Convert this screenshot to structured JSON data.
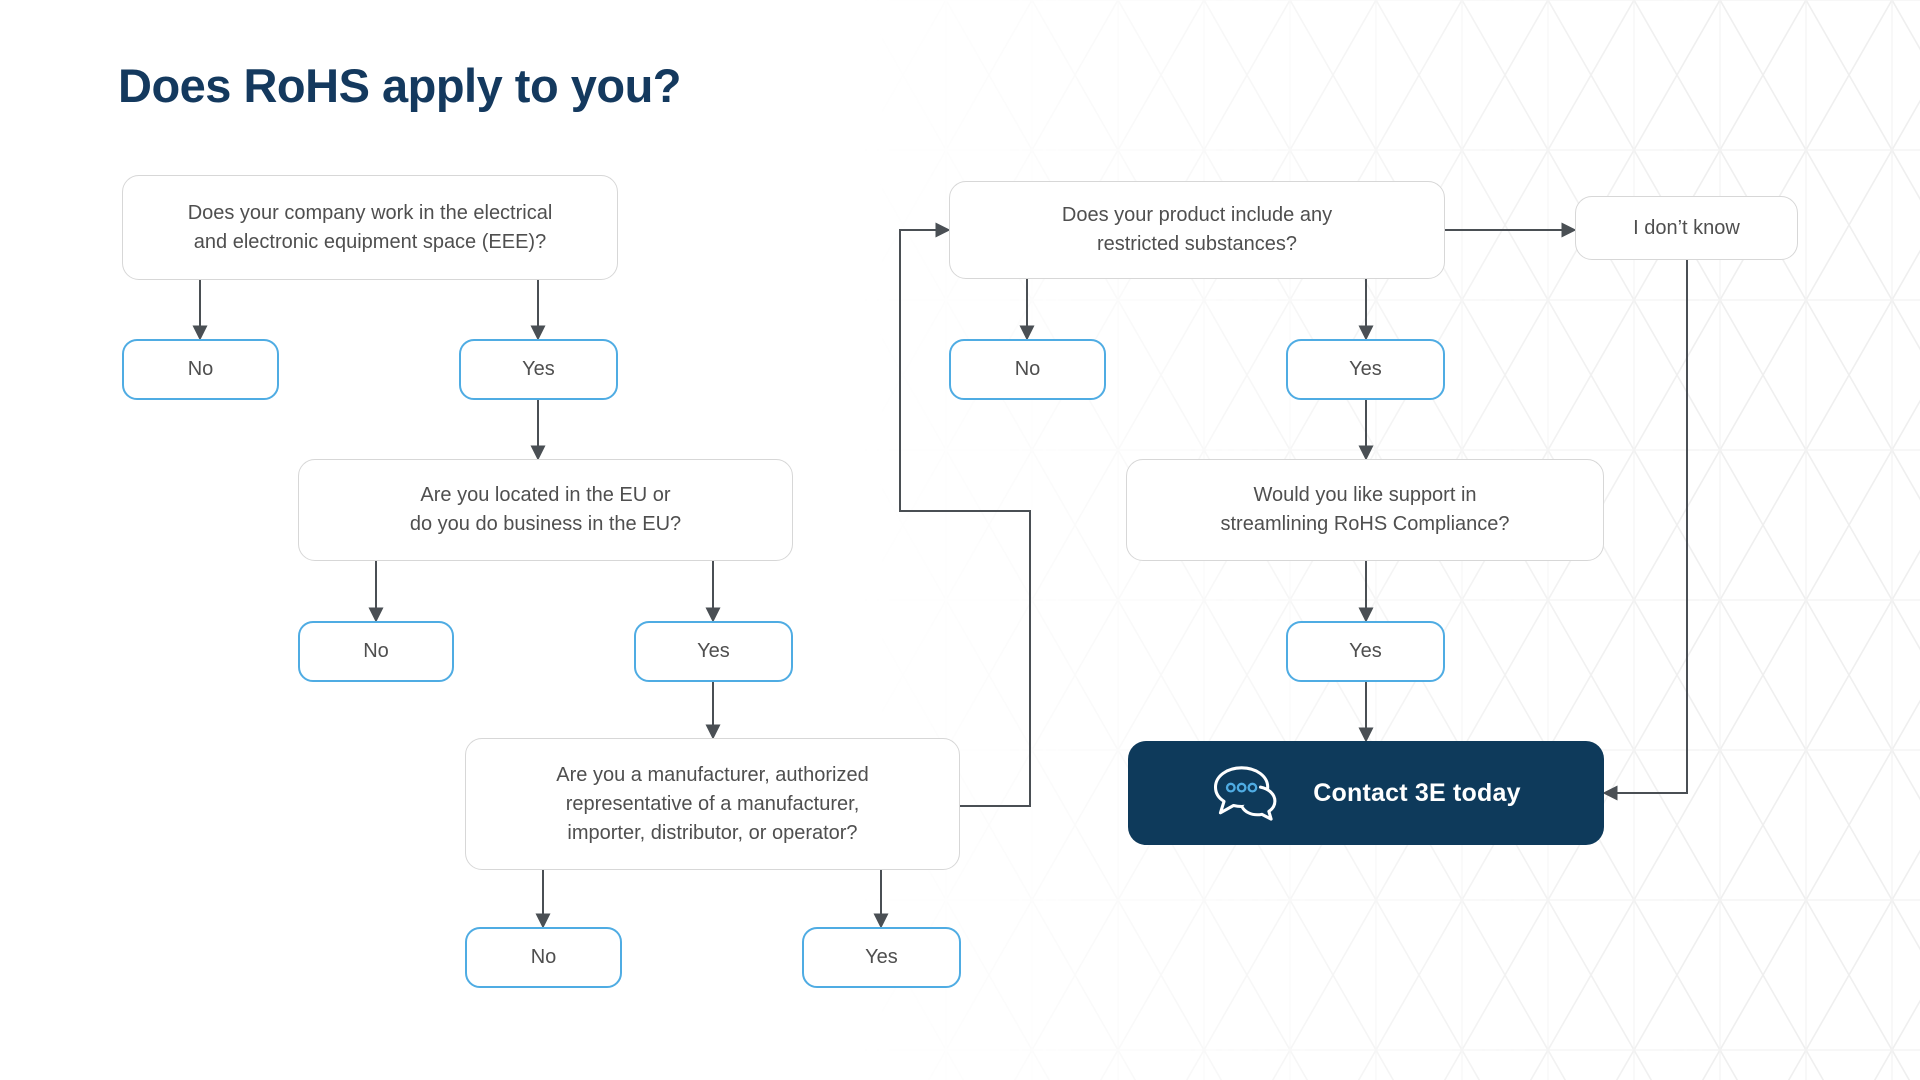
{
  "title": "Does RoHS apply to you?",
  "colors": {
    "navy": "#14395E",
    "button_navy": "#0E3A5B",
    "answer_border_blue": "#4FACE3",
    "question_border_gray": "#D7D7D7",
    "connector_gray": "#4A4F54",
    "text_gray": "#4F4F4F"
  },
  "flow": {
    "q1": {
      "label": "Does your company work in the electrical\nand electronic equipment space (EEE)?"
    },
    "q1_no": {
      "label": "No"
    },
    "q1_yes": {
      "label": "Yes"
    },
    "q2": {
      "label": "Are you located in the EU or\ndo you do business in the EU?"
    },
    "q2_no": {
      "label": "No"
    },
    "q2_yes": {
      "label": "Yes"
    },
    "q3": {
      "label": "Are you a manufacturer, authorized\nrepresentative of a manufacturer,\nimporter, distributor, or operator?"
    },
    "q3_no": {
      "label": "No"
    },
    "q3_yes": {
      "label": "Yes"
    },
    "q4": {
      "label": "Does your product include any\nrestricted substances?"
    },
    "q4_no": {
      "label": "No"
    },
    "q4_yes": {
      "label": "Yes"
    },
    "idk": {
      "label": "I don’t know"
    },
    "q5": {
      "label": "Would you like support in\nstreamlining RoHS Compliance?"
    },
    "q5_yes": {
      "label": "Yes"
    },
    "cta": {
      "label": "Contact 3E today"
    }
  }
}
